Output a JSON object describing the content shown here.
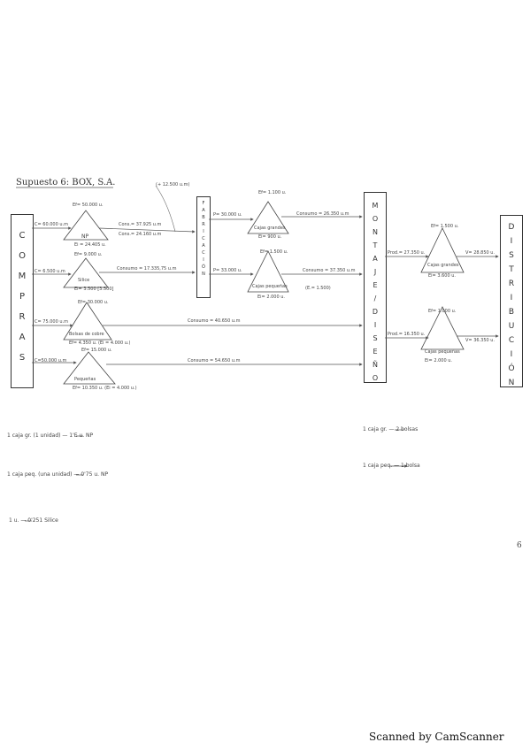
{
  "title": "Supuesto 6: BOX, S.A.",
  "columns": {
    "compras": "COMPRAS",
    "fabricacion": "FABRICACIÓN",
    "montaje": "MONTAJE/DISEÑO",
    "distribucion": "DISTRIBUCIÓN"
  },
  "materials": [
    {
      "inflow": "C= 60.000 u.m",
      "ef": "Ef= 50.000 u.",
      "name": "NP",
      "ei": "Ei = 24.405 u.",
      "out": [
        "Cons.= 37.925 u.m",
        "Cons.= 24.160 u.m"
      ]
    },
    {
      "inflow": "C= 6.500 u.m",
      "ef": "Ef= 9.000 u.",
      "name": "Silice",
      "ei": "Ei= 3.500 [3.500]",
      "out": [
        "Consumo = 17.335,75 u.m"
      ]
    },
    {
      "inflow": "C= 75.000 u.m",
      "ef": "Ef= 30.000 u.",
      "name": "Bolsas de cobre",
      "ei": "Ef= 4.350 u. (Ei = 4.000 u.)",
      "out": [
        "Consumo = 40.650 u.m"
      ]
    },
    {
      "inflow": "C=50.000 u.m",
      "ef": "Ef= 15.000 u.",
      "name": "Pequeñas",
      "ei": "Ef= 10.350 u. (Ei = 4.000 u.)",
      "out": [
        "Consumo = 54.650 u.m"
      ]
    }
  ],
  "fabricacion": [
    {
      "in": "P= 30.000 u.",
      "ef": "Ef= 1.100 u.",
      "name": "Cajas grandes",
      "ei": "Ei= 900 u.",
      "out": "Consumo = 26.350 u.m"
    },
    {
      "in": "P= 33.000 u.",
      "ef": "Ef= 1.500 u.",
      "name": "Cajas pequeñas",
      "ei": "Ei= 2.000 u.",
      "out": "Consumo = 37.350 u.m",
      "extra": "(E.= 1.500)"
    }
  ],
  "extra_note": "(+ 12.500 u.m)",
  "distribucion": [
    {
      "in": "Prod.= 27.350 u.",
      "ef": "Ef= 1.500 u.",
      "name": "Cajas grandes",
      "ei": "Ei= 3.600 u.",
      "out": "V= 28.850 u."
    },
    {
      "in": "Prod.= 16.350 u.",
      "ef": "Ef= 1.000 u.",
      "name": "Cajas pequeñas",
      "ei": "Ei= 2.000 u.",
      "out": "V= 36.350 u."
    }
  ],
  "notes_left": [
    "1 caja gr. (1 unidad) — 1'E u. NP",
    "1 caja peq. (una unidad) — 0'75 u. NP",
    "1 u. — 0'251 Silice"
  ],
  "notes_right": [
    "1 caja gr. — 2 bolsas",
    "1 caja peq. — 1 bolsa"
  ],
  "page_number": "6",
  "footer": "Scanned by CamScanner"
}
